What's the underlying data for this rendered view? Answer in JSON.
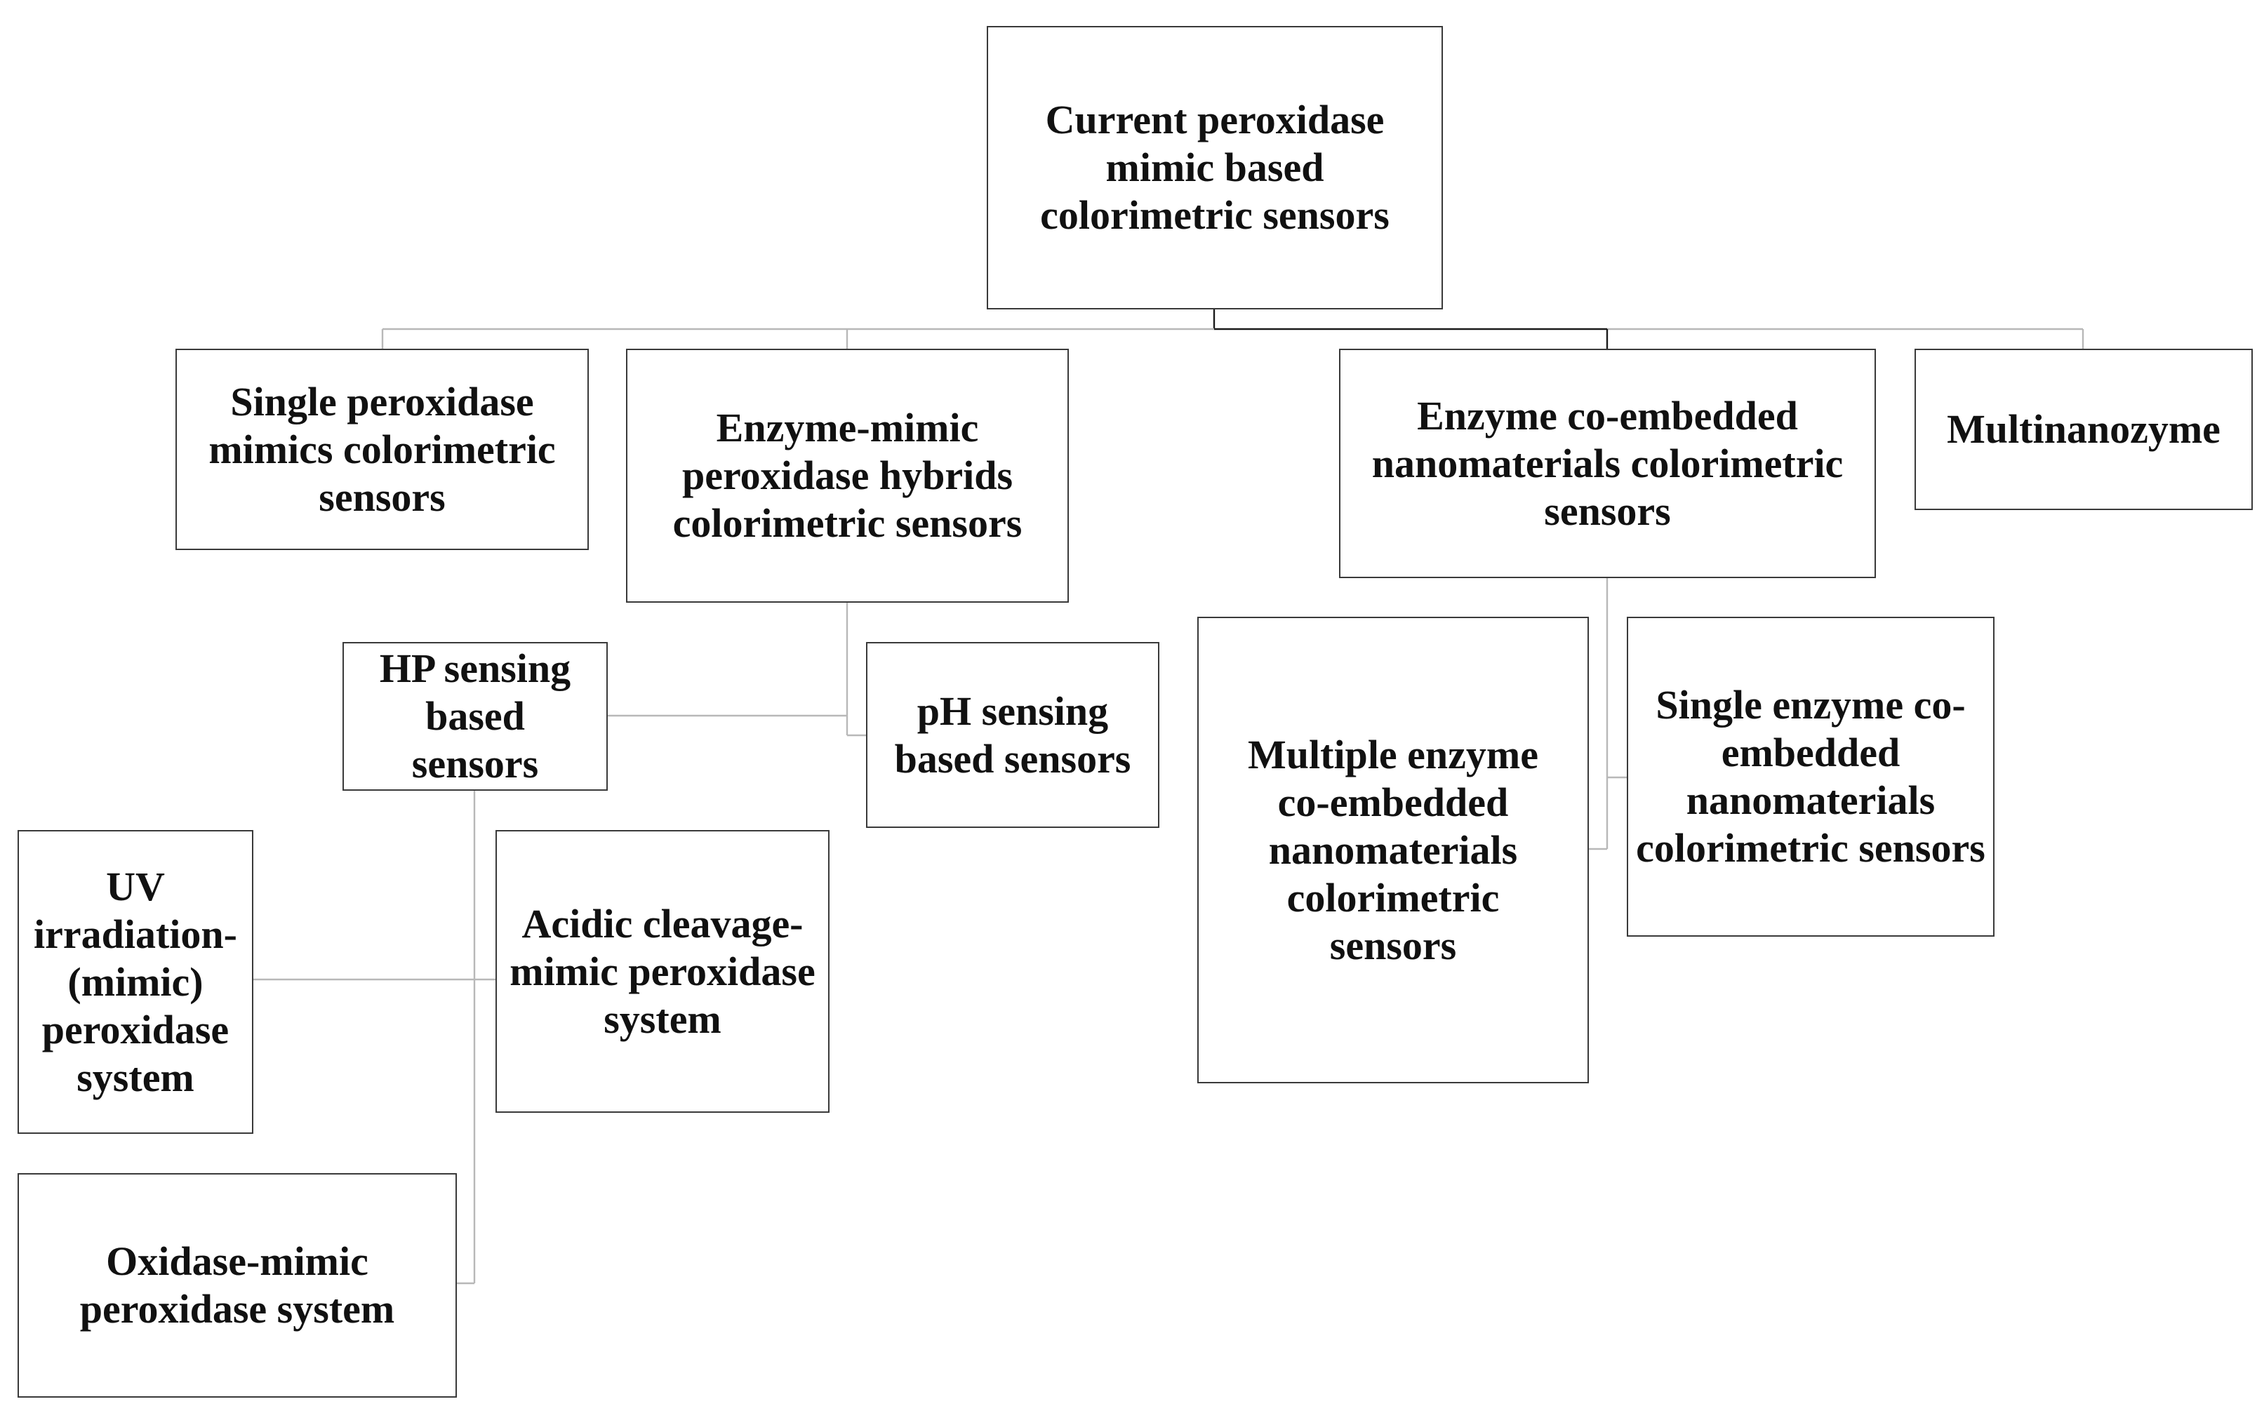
{
  "diagram": {
    "root": {
      "label": "Current peroxidase mimic based colorimetric sensors"
    },
    "level1": [
      {
        "label": "Single peroxidase mimics colorimetric sensors"
      },
      {
        "label": "Enzyme-mimic peroxidase hybrids colorimetric sensors"
      },
      {
        "label": "Enzyme co-embedded nanomaterials colorimetric sensors"
      },
      {
        "label": "Multinanozyme"
      }
    ],
    "hybrids_children": [
      {
        "label": "HP sensing based sensors"
      },
      {
        "label": "pH sensing based sensors"
      }
    ],
    "hp_children": [
      {
        "label": "UV irradiation-(mimic) peroxidase system"
      },
      {
        "label": "Acidic cleavage-mimic peroxidase system"
      },
      {
        "label": "Oxidase-mimic peroxidase system"
      }
    ],
    "coembedded_children": [
      {
        "label": "Multiple enzyme co-embedded nanomaterials colorimetric sensors"
      },
      {
        "label": "Single enzyme co-embedded nanomaterials colorimetric sensors"
      }
    ]
  }
}
